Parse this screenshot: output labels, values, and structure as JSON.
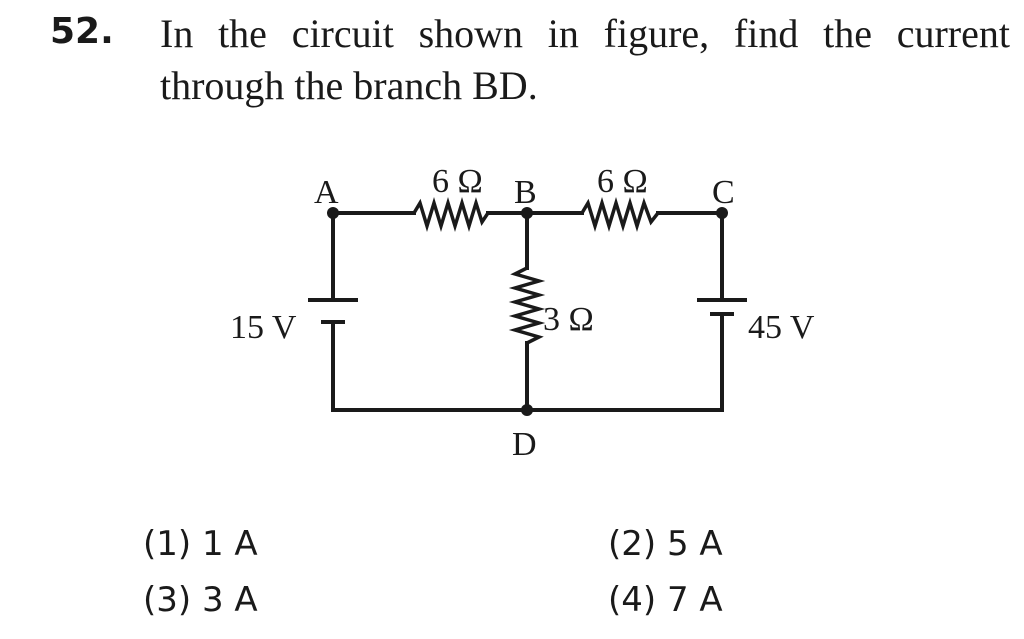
{
  "question": {
    "number": "52.",
    "text": "In the circuit shown in figure, find the current through the branch BD."
  },
  "circuit": {
    "nodes": {
      "A": "A",
      "B": "B",
      "C": "C",
      "D": "D"
    },
    "resistors": {
      "ab": "6 Ω",
      "bc": "6 Ω",
      "bd": "3 Ω"
    },
    "batteries": {
      "left": "15 V",
      "right": "45 V"
    }
  },
  "options": [
    {
      "label": "(1) 1 A"
    },
    {
      "label": "(2) 5 A"
    },
    {
      "label": "(3) 3 A"
    },
    {
      "label": "(4) 7 A"
    }
  ]
}
